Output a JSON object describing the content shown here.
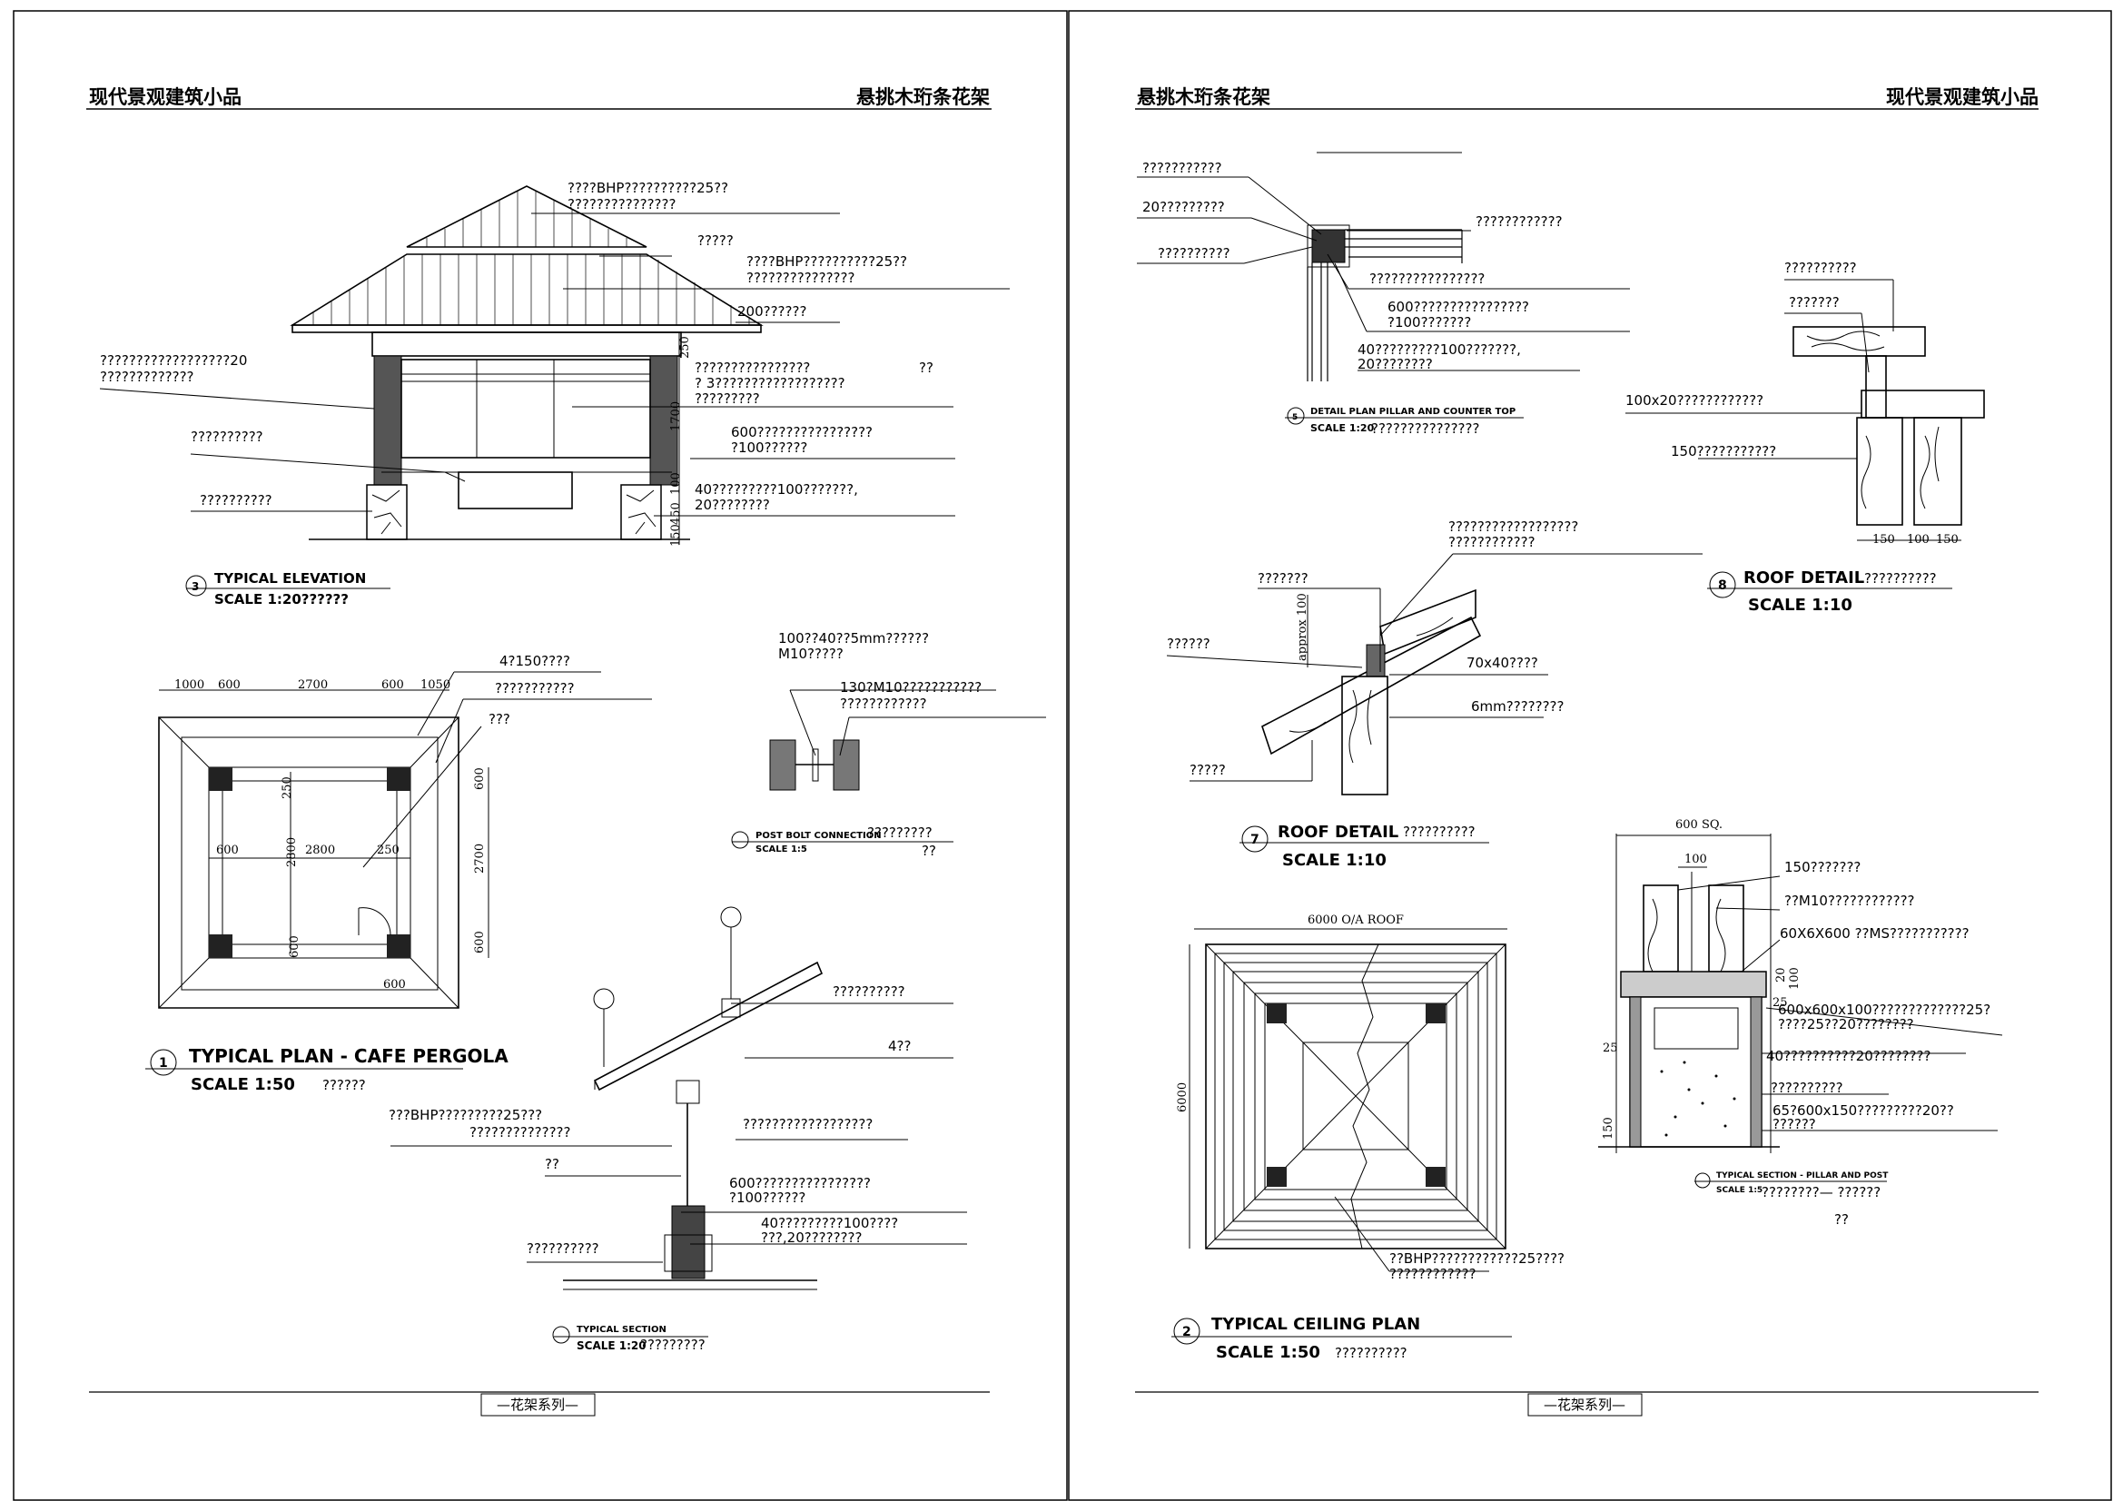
{
  "left_page": {
    "header_left": "现代景观建筑小品",
    "header_right": "悬挑木珩条花架",
    "footer": "—花架系列—",
    "elevation": {
      "title": "TYPICAL ELEVATION",
      "scale": "SCALE 1:20??????",
      "number": "3",
      "notes": [
        "????BHP??????????25??",
        "???????????????",
        "?????",
        "????BHP??????????25??",
        "???????????????",
        "200??????",
        "??????????????????20",
        "?????????????",
        "????????????????",
        "??",
        "? 3??????????????????",
        "?????????",
        "??????????",
        "600????????????????",
        "?100??????",
        "??????????",
        "40?????????100???????,",
        "20????????"
      ],
      "dims": [
        "250",
        "1700",
        "100",
        "450",
        "150"
      ]
    },
    "plan": {
      "title": "TYPICAL PLAN - CAFE PERGOLA",
      "scale": "SCALE 1:50",
      "scale_note": "??????",
      "number": "1",
      "top_dims": [
        "1000",
        "600",
        "2700",
        "600",
        "1050"
      ],
      "notes": [
        "4?150????",
        "???????????",
        "???"
      ],
      "inner_dims": [
        "250",
        "600",
        "2800",
        "2800",
        "250",
        "600",
        "600"
      ],
      "side_dims": [
        "600",
        "2700",
        "600"
      ]
    },
    "bolt": {
      "title": "POST BOLT CONNECTION",
      "scale": "SCALE 1:5",
      "scale_note": "?????????",
      "extra": "??",
      "notes": [
        "100??40??5mm??????",
        "M10?????",
        "130?M10???????????",
        "????????????"
      ]
    },
    "section": {
      "title": "TYPICAL SECTION",
      "scale": "SCALE 1:20",
      "scale_note": "?????????",
      "notes": [
        "??????????",
        "4??",
        "???BHP?????????25???",
        "??????????????",
        "??????????????????",
        "??",
        "600????????????????",
        "?100??????",
        "40?????????100????",
        "???,20????????",
        "??????????"
      ]
    }
  },
  "right_page": {
    "header_left": "悬挑木珩条花架",
    "header_right": "现代景观建筑小品",
    "footer": "—花架系列—",
    "detail5": {
      "title": "DETAIL PLAN PILLAR AND COUNTER TOP",
      "scale": "SCALE 1:20",
      "scale_note": "???????????????",
      "number": "5",
      "notes": [
        "???????????",
        "20?????????",
        "??????????",
        "????????????",
        "????????????????",
        "600????????????????",
        "?100???????",
        "40?????????100???????,",
        "20????????"
      ]
    },
    "roof8": {
      "title": "ROOF DETAIL",
      "title_note": "??????????",
      "scale": "SCALE 1:10",
      "number": "8",
      "notes": [
        "??????????",
        "???????",
        "100x20????????????",
        "150???????????"
      ],
      "dims": [
        "150",
        "100",
        "150"
      ]
    },
    "roof7": {
      "title": "ROOF DETAIL",
      "title_note": "??????????",
      "scale": "SCALE 1:10",
      "number": "7",
      "notes": [
        "??????????????????",
        "????????????",
        "???????",
        "??????",
        "70x40????",
        "6mm????????",
        "?????"
      ],
      "dim": "approx 100"
    },
    "ceiling": {
      "title": "TYPICAL CEILING PLAN",
      "scale": "SCALE 1:50",
      "scale_note": "??????????",
      "number": "2",
      "top_dim": "6000  O/A  ROOF",
      "side_dim": "6000",
      "notes": [
        "??BHP????????????25????",
        "????????????"
      ]
    },
    "section9": {
      "title": "TYPICAL SECTION - PILLAR AND POST",
      "scale": "SCALE 1:5",
      "scale_note": "????????— ??????",
      "extra": "??",
      "top_dim": "600 SQ.",
      "notes": [
        "150???????",
        "??M10????????????",
        "60X6X600  ??MS???????????",
        "600x600x100?????????????25?",
        "????25??20????????",
        "40??????????20????????",
        "??????????",
        "65?600x150?????????20??",
        "??????"
      ],
      "dims": [
        "100",
        "20",
        "100",
        "25",
        "25",
        "150"
      ]
    }
  }
}
